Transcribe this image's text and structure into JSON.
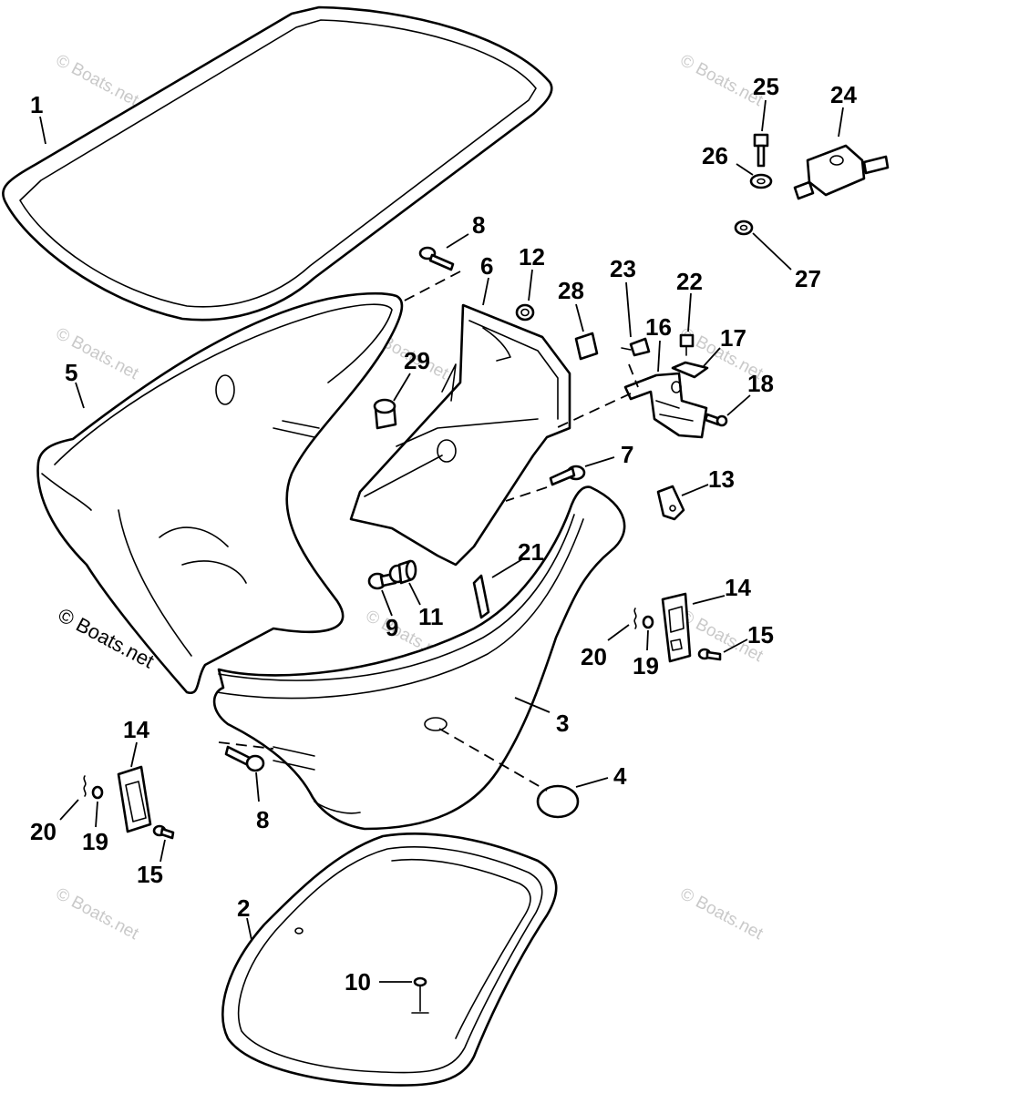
{
  "watermark": {
    "text": "© Boats.net",
    "color": "#c9c9c9"
  },
  "callouts": [
    {
      "id": "c1",
      "label": "1"
    },
    {
      "id": "c2",
      "label": "2"
    },
    {
      "id": "c3",
      "label": "3"
    },
    {
      "id": "c4",
      "label": "4"
    },
    {
      "id": "c5",
      "label": "5"
    },
    {
      "id": "c6",
      "label": "6"
    },
    {
      "id": "c7",
      "label": "7"
    },
    {
      "id": "c8a",
      "label": "8"
    },
    {
      "id": "c8b",
      "label": "8"
    },
    {
      "id": "c9",
      "label": "9"
    },
    {
      "id": "c10",
      "label": "10"
    },
    {
      "id": "c11",
      "label": "11"
    },
    {
      "id": "c12",
      "label": "12"
    },
    {
      "id": "c13",
      "label": "13"
    },
    {
      "id": "c14a",
      "label": "14"
    },
    {
      "id": "c14b",
      "label": "14"
    },
    {
      "id": "c15a",
      "label": "15"
    },
    {
      "id": "c15b",
      "label": "15"
    },
    {
      "id": "c16",
      "label": "16"
    },
    {
      "id": "c17",
      "label": "17"
    },
    {
      "id": "c18",
      "label": "18"
    },
    {
      "id": "c19a",
      "label": "19"
    },
    {
      "id": "c19b",
      "label": "19"
    },
    {
      "id": "c20a",
      "label": "20"
    },
    {
      "id": "c20b",
      "label": "20"
    },
    {
      "id": "c21",
      "label": "21"
    },
    {
      "id": "c22",
      "label": "22"
    },
    {
      "id": "c23",
      "label": "23"
    },
    {
      "id": "c24",
      "label": "24"
    },
    {
      "id": "c25",
      "label": "25"
    },
    {
      "id": "c26",
      "label": "26"
    },
    {
      "id": "c27",
      "label": "27"
    },
    {
      "id": "c28",
      "label": "28"
    },
    {
      "id": "c29",
      "label": "29"
    }
  ]
}
